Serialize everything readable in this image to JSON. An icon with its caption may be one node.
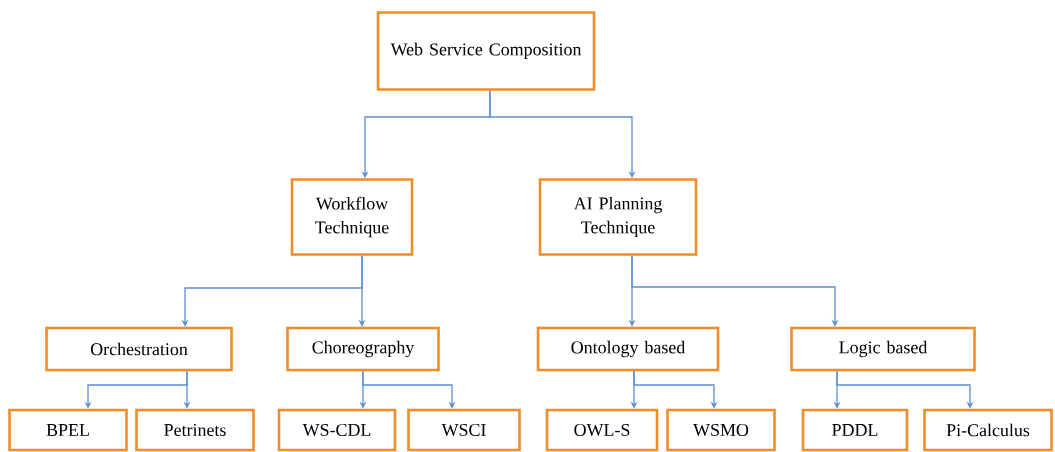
{
  "diagram": {
    "nodes": [
      {
        "text": [
          "Web Service Composition"
        ]
      },
      {
        "text": [
          "Workflow Technique"
        ]
      },
      {
        "text": [
          "AI Planning Technique"
        ]
      },
      {
        "text": [
          "Orchestration"
        ]
      },
      {
        "text": [
          "Choreography"
        ]
      },
      {
        "text": [
          "Ontology based"
        ]
      },
      {
        "text": [
          "Logic based"
        ]
      },
      {
        "text": [
          "BPEL"
        ]
      },
      {
        "text": [
          "Petrinets"
        ]
      },
      {
        "text": [
          "WS-CDL"
        ]
      },
      {
        "text": [
          "WSCI"
        ]
      },
      {
        "text": [
          "OWL-S"
        ]
      },
      {
        "text": [
          "WSMO"
        ]
      },
      {
        "text": [
          "PDDL"
        ]
      },
      {
        "text": [
          "Pi-Calculus"
        ]
      }
    ],
    "edges": [
      {
        "from": 0,
        "to": 1,
        "arrow": "to"
      },
      {
        "from": 0,
        "to": 2,
        "arrow": "to"
      },
      {
        "from": 1,
        "to": 3,
        "arrow": "to"
      },
      {
        "from": 1,
        "to": 4,
        "arrow": "to"
      },
      {
        "from": 2,
        "to": 5,
        "arrow": "to"
      },
      {
        "from": 2,
        "to": 6,
        "arrow": "to"
      },
      {
        "from": 3,
        "to": 7,
        "arrow": "to"
      },
      {
        "from": 3,
        "to": 8,
        "arrow": "to"
      },
      {
        "from": 4,
        "to": 9,
        "arrow": "to"
      },
      {
        "from": 4,
        "to": 10,
        "arrow": "to"
      },
      {
        "from": 5,
        "to": 11,
        "arrow": "to"
      },
      {
        "from": 5,
        "to": 12,
        "arrow": "to"
      },
      {
        "from": 6,
        "to": 13,
        "arrow": "to"
      },
      {
        "from": 6,
        "to": 14,
        "arrow": "to"
      }
    ]
  }
}
